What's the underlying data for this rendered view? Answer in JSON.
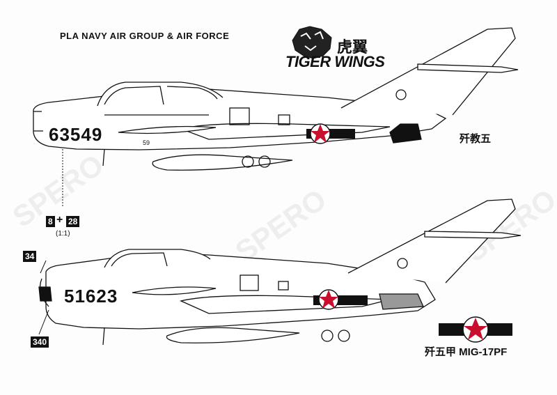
{
  "header": {
    "title": "PLA NAVY AIR GROUP & AIR FORCE"
  },
  "brand": {
    "cn": "虎翼",
    "en": "TIGER WINGS"
  },
  "aircraft_top": {
    "serial": "63549",
    "small_number": "59",
    "cn_label": "歼教五"
  },
  "stencil": {
    "left_number": "8",
    "plus": "+",
    "right_number": "28",
    "scale": "(1:1)"
  },
  "aircraft_bottom": {
    "serial": "51623",
    "callout_top": "34",
    "callout_bottom": "340"
  },
  "caption": {
    "text": "歼五甲 MIG-17PF"
  },
  "watermark": {
    "text": "SPERO"
  },
  "colors": {
    "ink": "#111111",
    "insignia_red": "#c8102e",
    "paper": "#fdfdfd"
  }
}
